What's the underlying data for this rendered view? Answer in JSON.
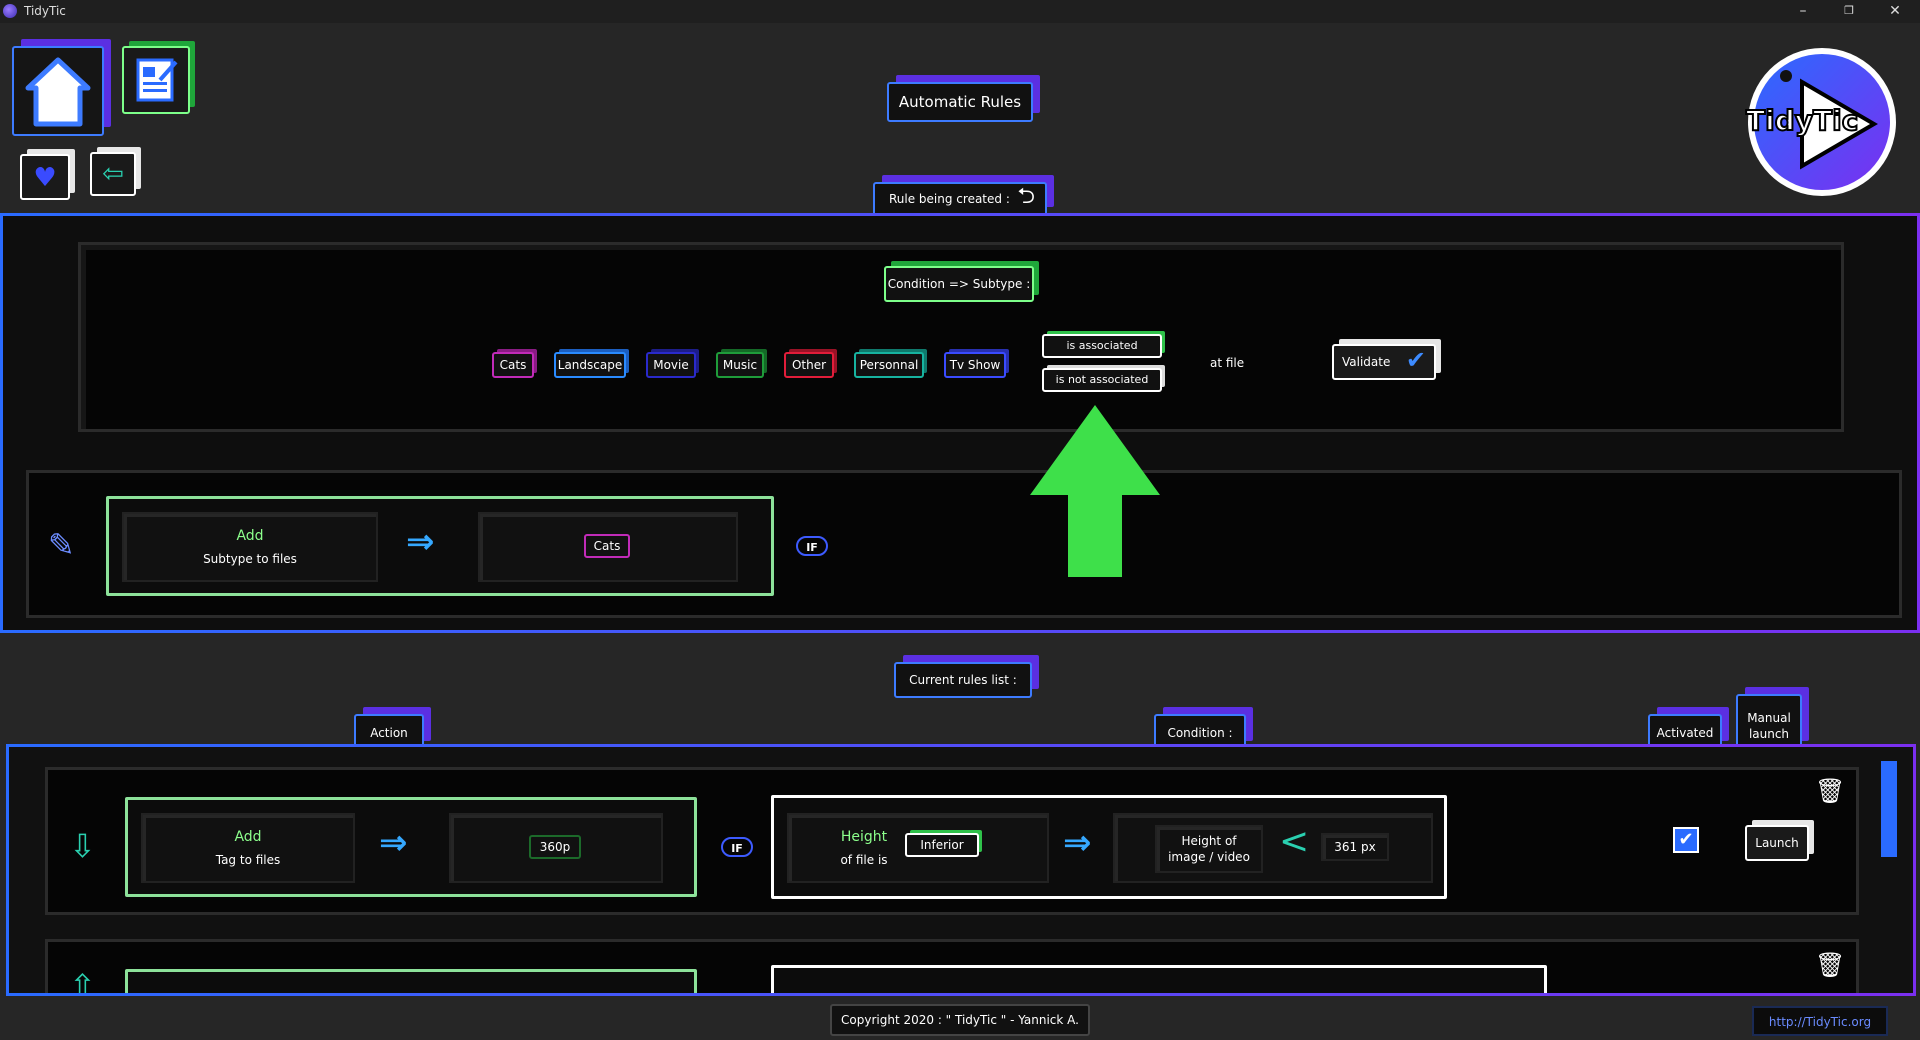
{
  "window": {
    "title": "TidyTic",
    "minimize": "–",
    "restore": "❐",
    "close": "✕"
  },
  "header": {
    "title": "Automatic Rules",
    "logo_text": "TidyTic"
  },
  "creation": {
    "label": "Rule being created :",
    "condition_label": "Condition => Subtype :",
    "subtypes": [
      {
        "label": "Cats",
        "color": "#c12bb8"
      },
      {
        "label": "Landscape",
        "color": "#2a8bff"
      },
      {
        "label": "Movie",
        "color": "#2a2acb"
      },
      {
        "label": "Music",
        "color": "#1f9c3a"
      },
      {
        "label": "Other",
        "color": "#e21d3a"
      },
      {
        "label": "Personnal",
        "color": "#17b3a0"
      },
      {
        "label": "Tv Show",
        "color": "#3a4bff"
      }
    ],
    "assoc_options": [
      "is associated",
      "is not associated"
    ],
    "at_file": "at file",
    "validate": "Validate",
    "draft": {
      "action_title": "Add",
      "action_sub": "Subtype to files",
      "value": "Cats",
      "if": "IF"
    }
  },
  "rules_list": {
    "label": "Current rules list :",
    "headers": {
      "action": "Action",
      "condition": "Condition :",
      "activated": "Activated",
      "manual_launch": [
        "Manual",
        "launch"
      ]
    },
    "rows": [
      {
        "action_title": "Add",
        "action_sub": "Tag to files",
        "value": "360p",
        "if": "IF",
        "cond_title": "Height",
        "cond_sub": "of file is",
        "comparator": "Inferior",
        "target": [
          "Height of",
          "image / video"
        ],
        "operator": "<",
        "threshold": "361 px",
        "launch": "Launch"
      }
    ]
  },
  "footer": {
    "copyright": "Copyright 2020 : \" TidyTic \" - Yannick A.",
    "link": "http://TidyTic.org"
  },
  "colors": {
    "accent_blue": "#2a6bff",
    "accent_purple": "#7b2ff0",
    "accent_green": "#7dff8a",
    "arrow_green": "#3ee04a"
  }
}
